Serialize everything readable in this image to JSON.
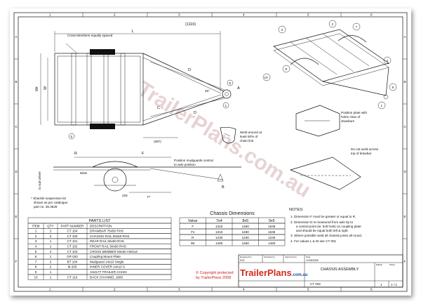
{
  "callouts": {
    "cross_members": "Cross Members equally spaced",
    "weld_around": "Weld around at least 50% of chain link",
    "position_mudguards": "Position mudguards central to axle position",
    "shackle_note": "* Shackle suspension kit shown as per catalogue part no. 35.3528",
    "position_plate": "Position plate with holes clear of drawbars",
    "do_not_weld": "Do not weld across top of drawbar",
    "to_suit_wheel": "to suit wheel",
    "section_50x6": "50x6"
  },
  "dimension_labels": {
    "L": "L",
    "W": "W",
    "Wr": "Wr",
    "D": "D",
    "C": "C",
    "R": "R",
    "F": "F",
    "F_star": "F*",
    "A": "A",
    "B": "B",
    "angle": "45°",
    "dim_387": "(387)",
    "dim_top": "(1116)",
    "dim_20": "20",
    "dim_225": "225"
  },
  "balloons": [
    "1",
    "2",
    "3",
    "4",
    "5",
    "6",
    "7",
    "8",
    "9",
    "10"
  ],
  "parts_list": {
    "title": "PARTS LIST",
    "headers": [
      "ITEM",
      "QTY",
      "PART NUMBER",
      "DESCRIPTION"
    ],
    "rows": [
      [
        "1",
        "2",
        "CT 104",
        "DRAWBAR 75x50 RHS"
      ],
      [
        "2",
        "2",
        "CT 100",
        "CHASSIS RAIL 50x50 RHS"
      ],
      [
        "3",
        "1",
        "CT 101",
        "REAR RAIL 50x50 RHS"
      ],
      [
        "4",
        "1",
        "CT 102",
        "FRONT RAIL 50x50 RHS"
      ],
      [
        "5",
        "4",
        "CT 103",
        "CROSS MEMBER 50x50 ANGLE"
      ],
      [
        "6",
        "1",
        "GP 020",
        "Coupling Mount Plate"
      ],
      [
        "7",
        "2",
        "BT 104",
        "Mudguard 14x10 Single"
      ],
      [
        "8",
        "2",
        "M 205",
        "INNER COVER 14x10 S"
      ],
      [
        "9",
        "1",
        "",
        "AS4177 TRAILER CHAIN"
      ],
      [
        "10",
        "1",
        "CT 110",
        "BACK CHANNEL 1800"
      ]
    ]
  },
  "chassis_dimensions": {
    "title": "Chassis Dimensions",
    "headers": [
      "Value",
      "7x4",
      "8x5",
      "9x5"
    ],
    "rows": [
      [
        "F",
        "1310",
        "1460",
        "1536"
      ],
      [
        "Fs",
        "1310",
        "1460",
        "1536"
      ],
      [
        "R",
        "1230",
        "1230",
        "1230"
      ],
      [
        "Wr",
        "1460",
        "1460",
        "1460"
      ]
    ]
  },
  "notes": {
    "title": "NOTES:",
    "items": [
      "1. Dimension F must be greater or equal to R.",
      "2. Dimension D is measured from axle tip to a central point (ie: bolt hole) on coupling plate and should be equal both left & right.",
      "3. Where possible weld all chassis joints all round.",
      "4. For values L & W see CT 001"
    ]
  },
  "copyright": {
    "line1": "© Copyright protected",
    "line2": "by TrailerPlans 2008"
  },
  "title_block": {
    "brand_main": "TrailerPlans",
    "brand_suffix": ".com.au",
    "drawing_title": "CHASSIS ASSEMBLY",
    "drawing_number": "CT 002",
    "designed_by_label": "Designed by",
    "designed_by": "KvS",
    "checked_by_label": "Checked by",
    "approved_by_label": "Approved by",
    "date_label": "Date",
    "date": "12/06/2008",
    "edition_label": "Edition",
    "edition": "1",
    "sheet_label": "Sheet",
    "sheet": "1 / 1"
  },
  "border": {
    "top_cols": [
      "1",
      "2",
      "3",
      "4",
      "5",
      "6"
    ],
    "side_rows": [
      "A",
      "B",
      "C",
      "D",
      "E",
      "F"
    ]
  },
  "watermark": "TrailerPlans.com.au",
  "colors": {
    "line": "#111111",
    "copyright": "#d02020",
    "brand_red": "#d32a1e",
    "brand_blue": "#1f4a9a",
    "watermark": "#c9a0a0"
  }
}
